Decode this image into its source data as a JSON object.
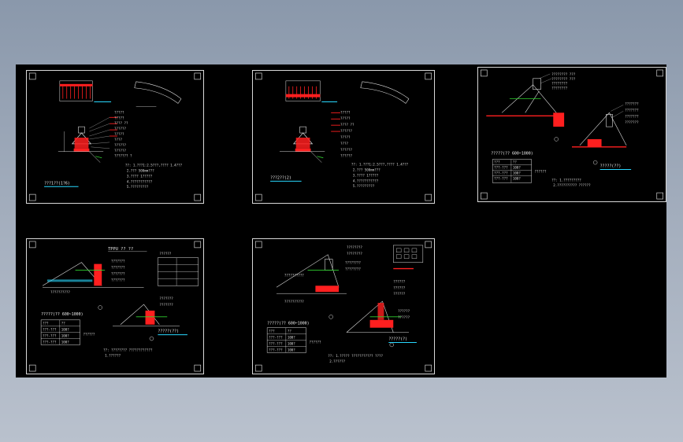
{
  "viewer": {
    "background_color": "#8a98ab",
    "canvas_color": "#000000"
  },
  "colors": {
    "red": "#ff1f1f",
    "cyan": "#28d8ff",
    "green": "#2fd12f",
    "white": "#e0e0e0",
    "yellow": "#f0f030"
  },
  "sheets": [
    {
      "caption": "???1??(1?6)",
      "notes": [
        "??: 1.???1:2.5???,???? 1.4???",
        "2.??? 500mm???",
        "3.???? 1?????",
        "4.???????????",
        "5.?????????"
      ],
      "labels": [
        "?????",
        "?????",
        "???? ??",
        "??????",
        "?????",
        "????",
        "??????",
        "??????",
        "??????? ?"
      ]
    },
    {
      "caption": "???2??(2)",
      "notes": [
        "??: 1.???1:2.5???,???? 1.4???",
        "2.??? 500mm???",
        "3.???? 1?????",
        "4.???????????",
        "5.?????????"
      ],
      "labels": [
        "?????",
        "?????",
        "???? ??",
        "??????",
        "?????",
        "????",
        "??????",
        "??????"
      ]
    },
    {
      "caption": "?????(?? 600~1000)",
      "caption2": "?????(??)",
      "notes": [
        "??: 1.?????????",
        "2.?????????? ??????"
      ],
      "table": [
        [
          "???",
          "??"
        ],
        [
          "???-???",
          "100?"
        ],
        [
          "???-???",
          "100?"
        ],
        [
          "???-???",
          "100?"
        ]
      ],
      "table_note": "??????"
    },
    {
      "caption": "?????(?? 600~1000)",
      "caption2": "?????(??)",
      "notes": [
        "??: ???????? ????????????",
        "1.??????"
      ],
      "table": [
        [
          "???",
          "??"
        ],
        [
          "???-???",
          "100?"
        ],
        [
          "???-???",
          "100?"
        ],
        [
          "???-???",
          "100?"
        ]
      ],
      "table_note": "??????",
      "header_label": "TPPU ?? ??"
    },
    {
      "caption": "?????(?? 600~1000)",
      "caption2": "?????(?)",
      "notes": [
        "??: 1.????? ??????????? ????",
        "2.??????"
      ],
      "table": [
        [
          "???",
          "??"
        ],
        [
          "???-???",
          "100?"
        ],
        [
          "???-???",
          "100?"
        ],
        [
          "???-???",
          "100?"
        ]
      ],
      "table_note": "??????"
    }
  ]
}
